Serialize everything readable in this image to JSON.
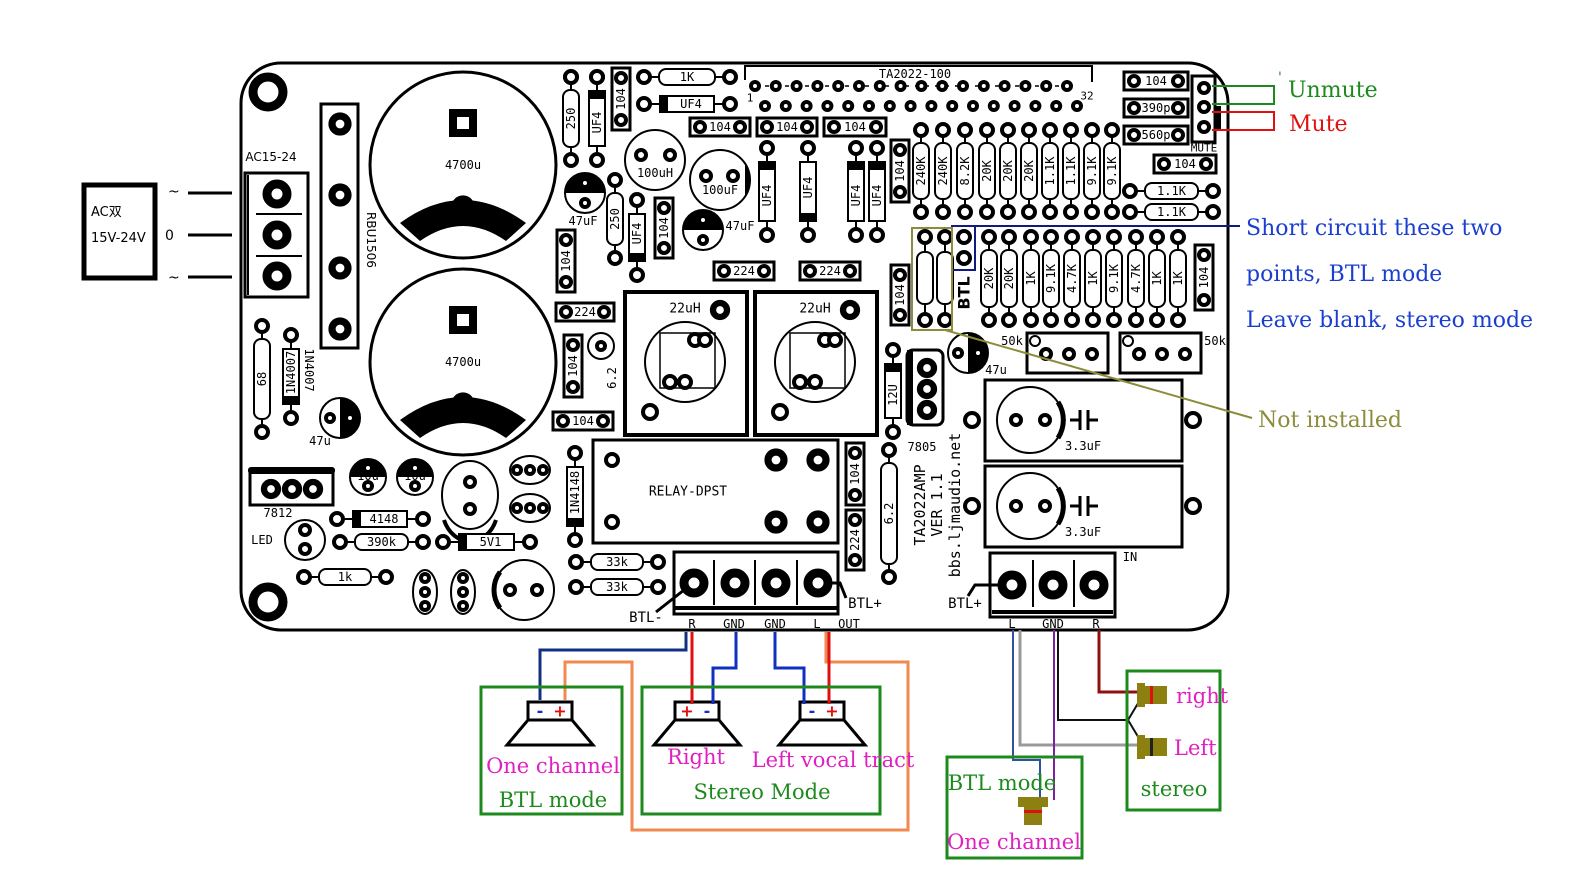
{
  "power_source": {
    "line1": "AC双",
    "line2": "15V-24V",
    "pins": [
      "~",
      "0",
      "~"
    ]
  },
  "components": [
    "250",
    "UF4",
    "104",
    "1K",
    "UF4",
    "104",
    "104",
    "104",
    "100uH",
    "100uF",
    "47uF",
    "250",
    "UF4",
    "104",
    "47uF",
    "UF4",
    "UF4",
    "UF4",
    "UF4",
    "104",
    "104",
    "224",
    "224",
    "224",
    "104",
    "6.2",
    "104",
    "22uH",
    "22uH",
    "RELAY-DPST",
    "1N4148",
    "104",
    "224",
    "6.2",
    "33k",
    "33k",
    "12U",
    "7805",
    "47u",
    "50k",
    "50k",
    "3.3uF",
    "3.3uF",
    "104",
    "1.1K",
    "1.1K",
    "104",
    "104",
    "68",
    "1N4007",
    "47u",
    "7812",
    "10u",
    "10u",
    "4148",
    "390k",
    "5V1",
    "LED",
    "1k",
    "4700u",
    "4700u",
    "RBU1506",
    "AC15-24",
    "104",
    "390p",
    "560p",
    "MUTE",
    "TA2022-100",
    "1",
    "32",
    "BTL"
  ],
  "resistor_array_top": [
    "240K",
    "240K",
    "8.2K",
    "20K",
    "20K",
    "20K",
    "1.1K",
    "1.1K",
    "9.1K",
    "9.1K"
  ],
  "resistor_array_bottom": [
    "20K",
    "20K",
    "1K",
    "9.1K",
    "4.7K",
    "1K",
    "9.1K",
    "4.7K",
    "1K",
    "1K"
  ],
  "output_terminal": {
    "labels": [
      "R",
      "GND",
      "GND",
      "L",
      "OUT"
    ],
    "btl_minus": "BTL-",
    "btl_plus": "BTL+"
  },
  "input_terminal": {
    "labels": [
      "L",
      "GND",
      "R"
    ],
    "title": "IN",
    "btl_plus": "BTL+"
  },
  "board_text": [
    "TA2022AMP",
    "VER 1.1",
    "bbs.ljmaudio.net"
  ],
  "annotations": {
    "unmute": "Unmute",
    "mute": "Mute",
    "btl_note": [
      "Short circuit these two",
      "points, BTL mode",
      "Leave blank, stereo mode"
    ],
    "not_installed": "Not installed"
  },
  "wiring": {
    "btl_box": {
      "speaker_label": "One channel",
      "mode": "BTL mode"
    },
    "stereo_box": {
      "right": "Right",
      "left": "Left vocal tract",
      "mode": "Stereo Mode"
    },
    "input_btl_box": {
      "mode": "BTL mode",
      "label": "One channel"
    },
    "input_stereo_box": {
      "right": "right",
      "left": "Left",
      "mode": "stereo"
    },
    "polarity": {
      "minus": "-",
      "plus": "+"
    }
  },
  "colors": {
    "green": "#1e8a1e",
    "red": "#e01010",
    "blue": "#1a3fd0",
    "navy": "#101a80",
    "olive": "#8c8c3c",
    "magenta": "#e020c0",
    "orange": "#f08a50",
    "wire_blue": "#1030c0"
  }
}
